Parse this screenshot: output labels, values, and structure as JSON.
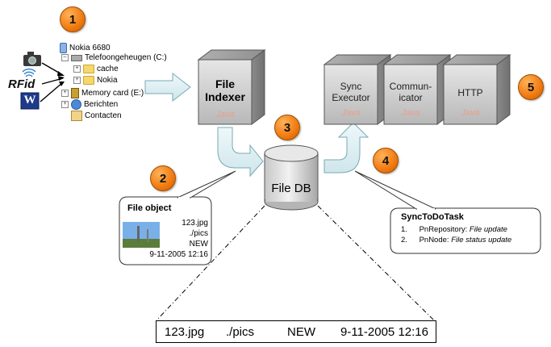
{
  "badges": [
    "1",
    "2",
    "3",
    "4",
    "5"
  ],
  "tree": {
    "root": "Nokia 6680",
    "drive": "Telefoongeheugen (C:)",
    "folders": [
      "cache",
      "Nokia"
    ],
    "memory": "Memory card (E:)",
    "messages": "Berichten",
    "contacts": "Contacten"
  },
  "sources": {
    "rfid": "RFid",
    "word": "W"
  },
  "indexer": {
    "line1": "File",
    "line2": "Indexer"
  },
  "db": {
    "label": "File DB"
  },
  "modules": {
    "sync": [
      "Sync",
      "Executor"
    ],
    "communicator": [
      "Commun-",
      "icator"
    ],
    "http": "HTTP"
  },
  "java_mark": "Java",
  "file_object": {
    "title": "File object",
    "name": "123.jpg",
    "path": "./pics",
    "status": "NEW",
    "date": "9-11-2005 12:16"
  },
  "sync_task": {
    "title": "SyncToDoTask",
    "items": [
      {
        "num": "1.",
        "who": "PnRepository:",
        "what": "File update"
      },
      {
        "num": "2.",
        "who": "PnNode:",
        "what": "File status update"
      }
    ]
  },
  "record": {
    "name": "123.jpg",
    "path": "./pics",
    "status": "NEW",
    "date": "9-11-2005 12:16"
  },
  "colors": {
    "badge": "#f07a10",
    "cube": "#c8c8c8",
    "arrow": "#dff0f4"
  }
}
